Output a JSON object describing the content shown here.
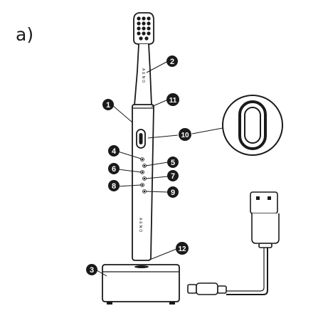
{
  "panel_label": "a)",
  "brand_text": "AENO",
  "colors": {
    "ink": "#1a1a1a",
    "paper": "#ffffff",
    "light_grey": "#f2f2f2"
  },
  "callouts": [
    "1",
    "2",
    "3",
    "4",
    "5",
    "6",
    "7",
    "8",
    "9",
    "10",
    "11",
    "12"
  ]
}
